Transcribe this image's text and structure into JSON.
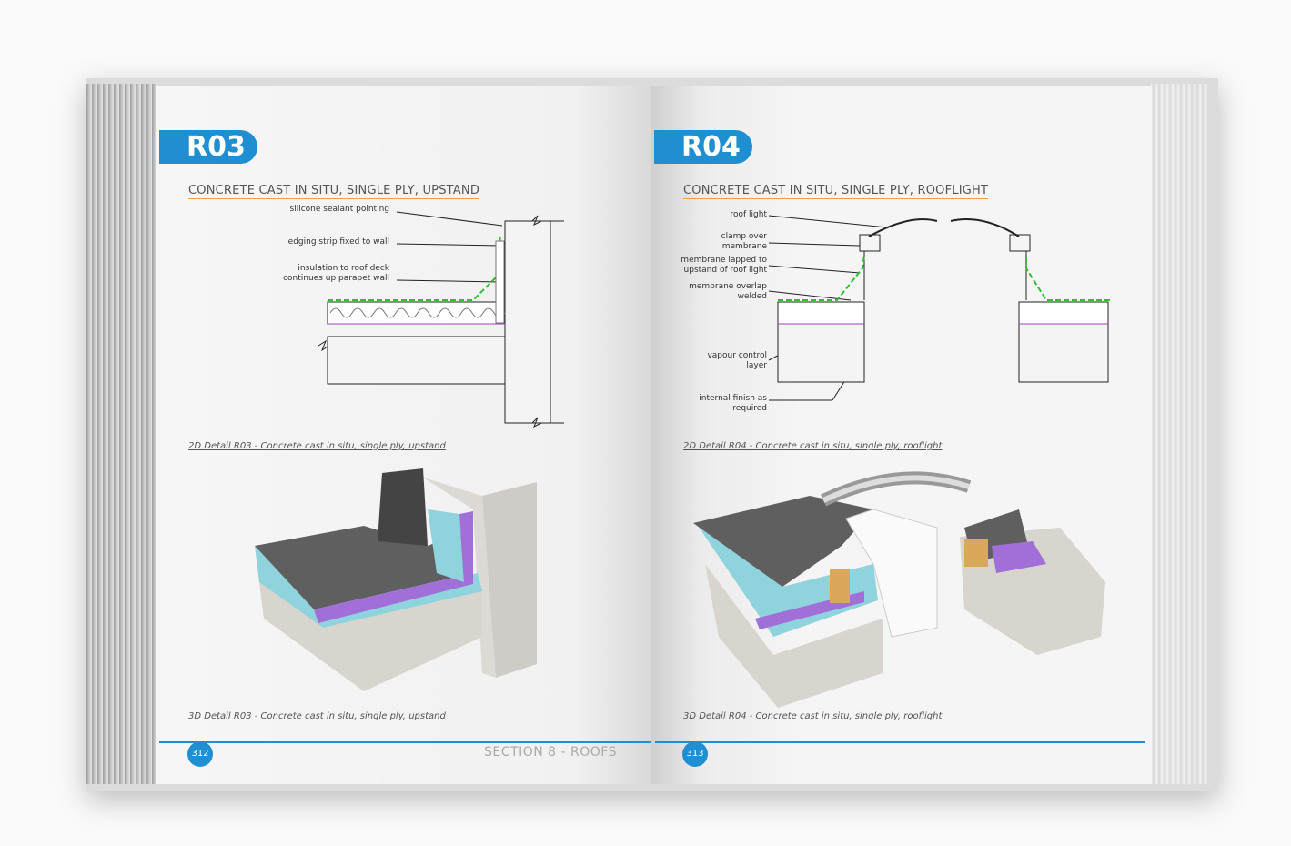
{
  "left_page": {
    "badge": "R03",
    "title": "CONCRETE CAST IN SITU, SINGLE PLY, UPSTAND",
    "labels": [
      "silicone sealant pointing",
      "edging strip fixed to wall",
      "insulation to roof deck",
      "continues up parapet wall"
    ],
    "caption_2d": "2D Detail R03 - Concrete cast in situ, single ply, upstand",
    "caption_3d": "3D Detail R03 - Concrete cast in situ, single ply, upstand",
    "page_number": "312"
  },
  "right_page": {
    "badge": "R04",
    "title": "CONCRETE CAST IN SITU, SINGLE PLY, ROOFLIGHT",
    "labels": [
      "roof light",
      "clamp over",
      "membrane",
      "membrane lapped to",
      "upstand of roof light",
      "membrane overlap",
      "welded",
      "vapour control",
      "layer",
      "internal finish as",
      "required"
    ],
    "caption_2d": "2D Detail R04 - Concrete cast in situ, single ply, rooflight",
    "caption_3d": "3D Detail R04 - Concrete cast in situ, single ply, rooflight",
    "page_number": "313"
  },
  "footer": {
    "section": "SECTION 8 - ROOFS"
  },
  "colors": {
    "accent": "#1f8fd1",
    "underline": "#e8a050",
    "insulation": "#8fd3dd",
    "vcl": "#a070d8",
    "membrane": "#555555"
  }
}
